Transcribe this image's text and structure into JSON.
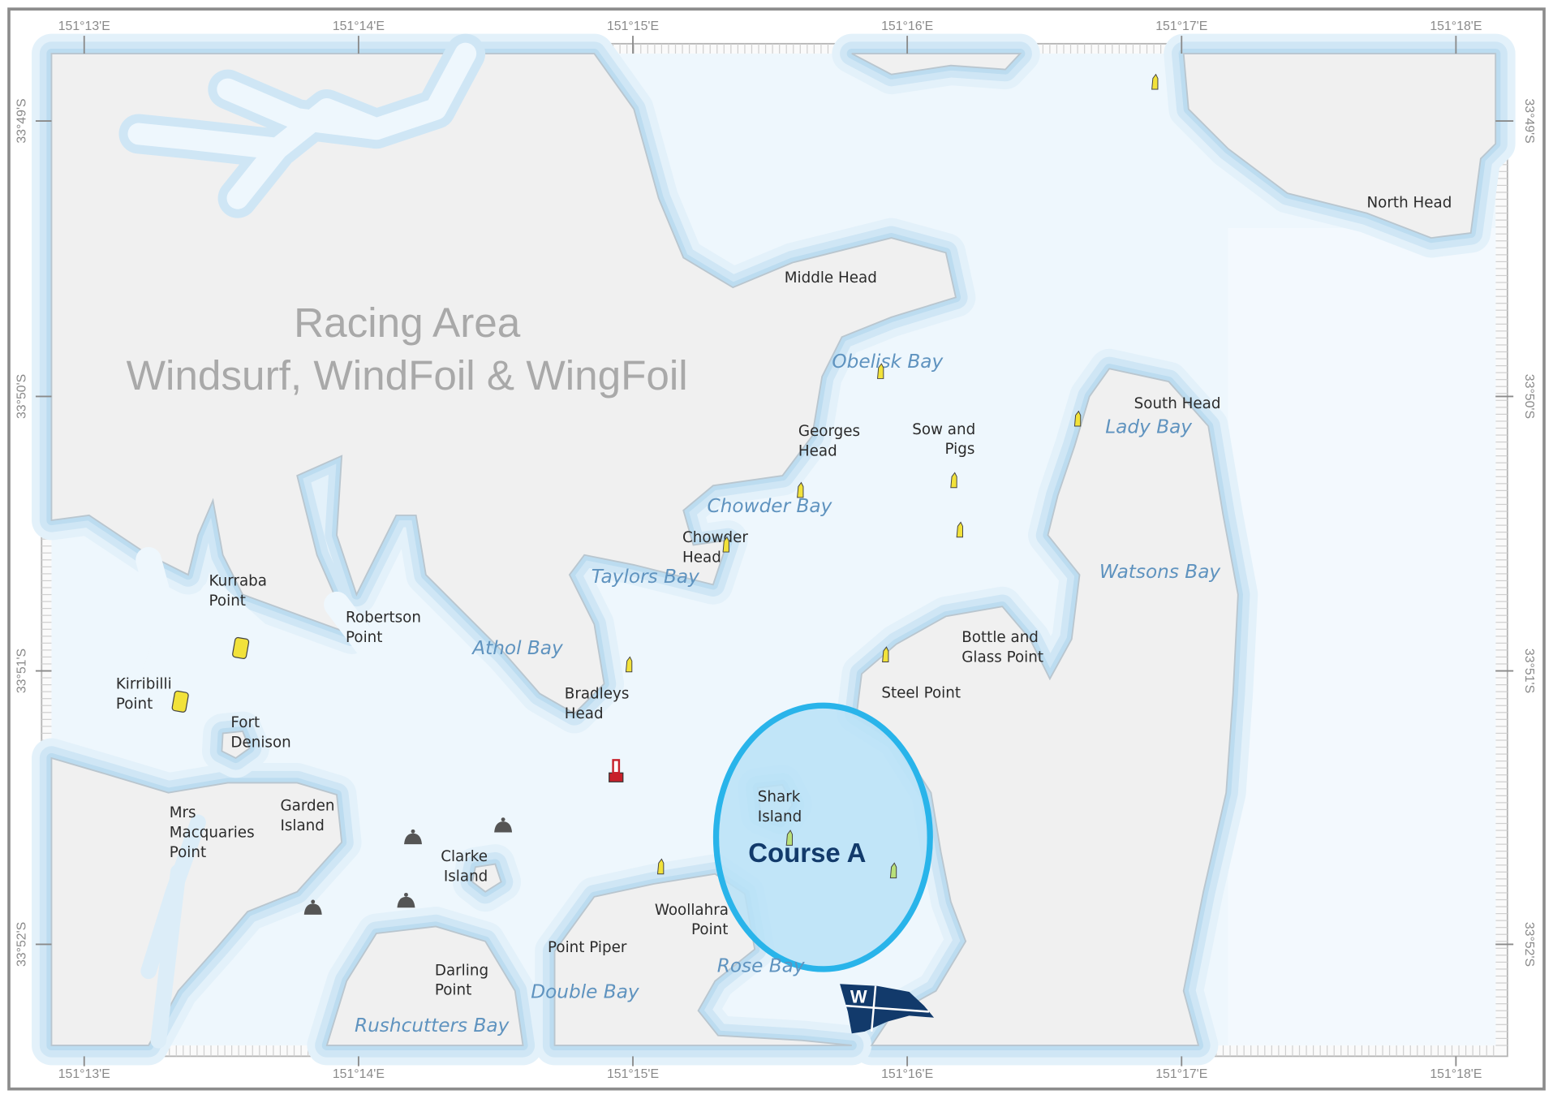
{
  "title": {
    "line1": "Racing Area",
    "line2": "Windsurf, WindFoil & WingFoil"
  },
  "course": {
    "label": "Course A",
    "color": "#29b4ea",
    "fill": "#b8e2f7"
  },
  "longitude_ticks": [
    "151°13'E",
    "151°14'E",
    "151°15'E",
    "151°16'E",
    "151°17'E",
    "151°18'E"
  ],
  "latitude_ticks": [
    "33°49'S",
    "33°50'S",
    "33°51'S",
    "33°52'S"
  ],
  "places": {
    "north_head": "North Head",
    "middle_head": "Middle Head",
    "south_head": "South Head",
    "georges_head_1": "Georges",
    "georges_head_2": "Head",
    "sow_pigs_1": "Sow and",
    "sow_pigs_2": "Pigs",
    "chowder_head_1": "Chowder",
    "chowder_head_2": "Head",
    "kurraba_1": "Kurraba",
    "kurraba_2": "Point",
    "robertson_1": "Robertson",
    "robertson_2": "Point",
    "kirribilli_1": "Kirribilli",
    "kirribilli_2": "Point",
    "fort_denison_1": "Fort",
    "fort_denison_2": "Denison",
    "bradleys_1": "Bradleys",
    "bradleys_2": "Head",
    "bottle_glass_1": "Bottle and",
    "bottle_glass_2": "Glass Point",
    "steel_point": "Steel Point",
    "shark_island_1": "Shark",
    "shark_island_2": "Island",
    "garden_island_1": "Garden",
    "garden_island_2": "Island",
    "mrs_macquaries_1": "Mrs",
    "mrs_macquaries_2": "Macquaries",
    "mrs_macquaries_3": "Point",
    "clarke_island_1": "Clarke",
    "clarke_island_2": "Island",
    "woollahra_1": "Woollahra",
    "woollahra_2": "Point",
    "point_piper": "Point Piper",
    "darling_point_1": "Darling",
    "darling_point_2": "Point"
  },
  "bays": {
    "obelisk": "Obelisk Bay",
    "lady": "Lady Bay",
    "chowder": "Chowder Bay",
    "taylors": "Taylors Bay",
    "watsons": "Watsons Bay",
    "athol": "Athol Bay",
    "rose": "Rose Bay",
    "double": "Double Bay",
    "rushcutters": "Rushcutters Bay"
  },
  "logo": {
    "letter": "W",
    "color": "#123a6b"
  },
  "colors": {
    "land": "#f0f0f0",
    "water": "#eef7fd",
    "buoy": "#f2e23a",
    "course_mark": "#b9e07a",
    "beacon": "#c8202a"
  }
}
